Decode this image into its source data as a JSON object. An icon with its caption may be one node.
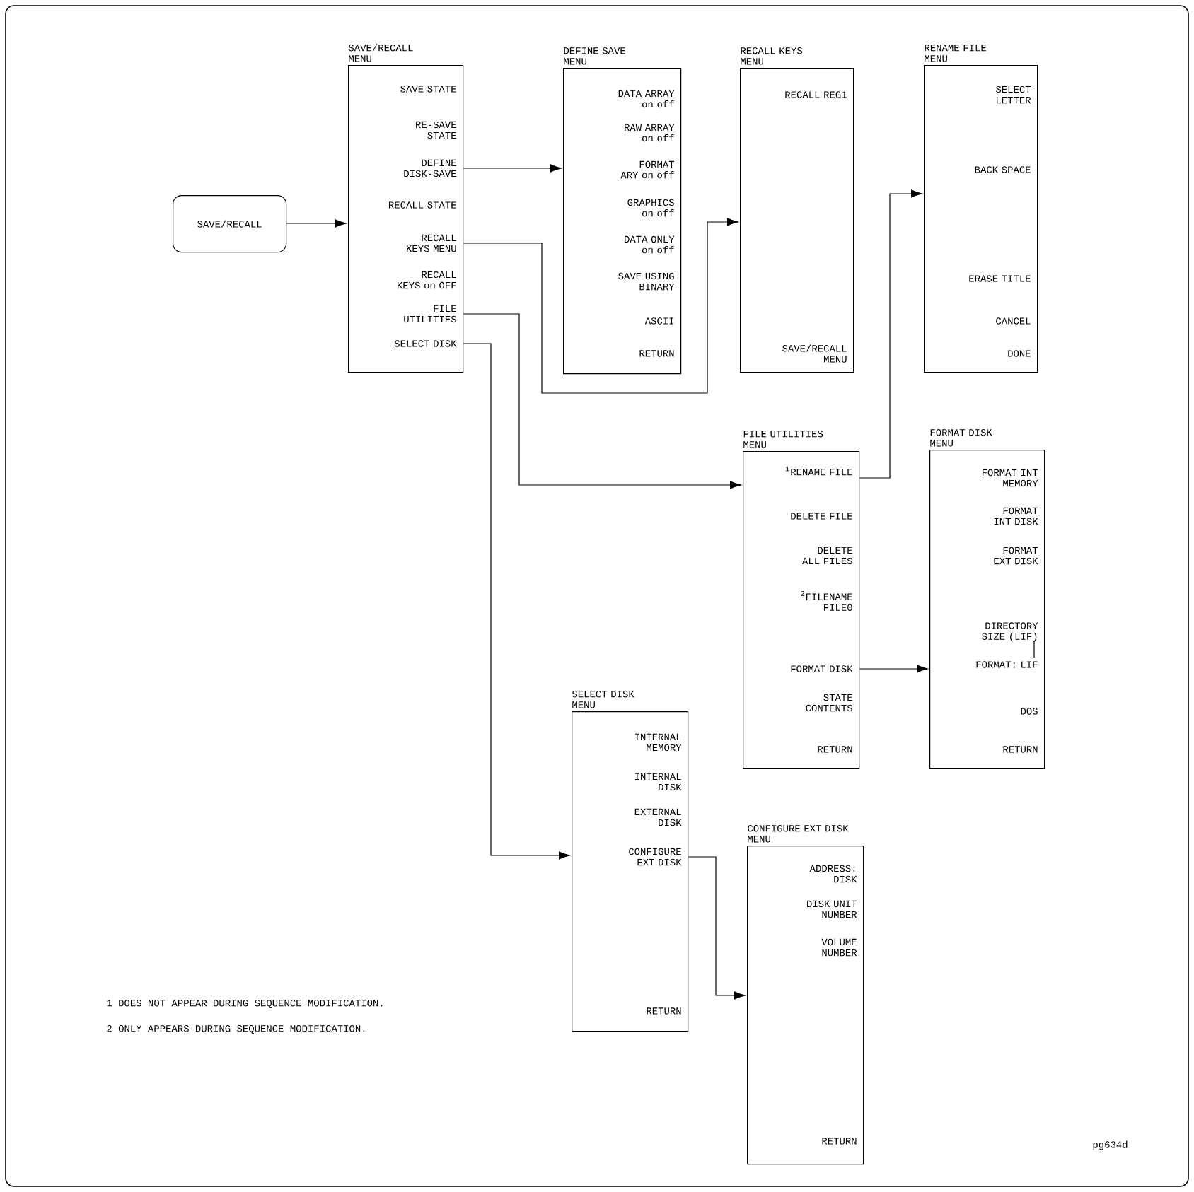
{
  "diagram": {
    "nodes": [
      {
        "text": [
          "SAVE/RECALL"
        ]
      },
      {
        "text": [
          "SAVE/RECALL MENU",
          "SAVE STATE",
          "RE-SAVE STATE",
          "DEFINE DISK-SAVE",
          "RECALL STATE",
          "RECALL KEYS MENU",
          "RECALL KEYS on OFF",
          "FILE UTILITIES",
          "SELECT DISK"
        ]
      },
      {
        "text": [
          "DEFINE SAVE MENU",
          "DATA ARRAY on off",
          "RAW ARRAY on off",
          "FORMAT ARY on off",
          "GRAPHICS on off",
          "DATA ONLY on off",
          "SAVE USING BINARY",
          "ASCII",
          "RETURN"
        ]
      },
      {
        "text": [
          "RECALL KEYS MENU",
          "RECALL REG1",
          "SAVE/RECALL MENU"
        ]
      },
      {
        "text": [
          "RENAME FILE MENU",
          "SELECT LETTER",
          "BACK SPACE",
          "ERASE TITLE",
          "CANCEL",
          "DONE"
        ]
      },
      {
        "text": [
          "FILE UTILITIES MENU",
          "$^{1}$RENAME FILE",
          "DELETE FILE",
          "DELETE ALL FILES",
          "$^{2}$FILENAME FILE0",
          "FORMAT DISK",
          "STATE CONTENTS",
          "RETURN"
        ]
      },
      {
        "text": [
          "FORMAT DISK MENU",
          "FORMAT INT MEMORY",
          "FORMAT INT DISK",
          "FORMAT EXT DISK",
          "DIRECTORY SIZE (LIF)",
          "FORMAT: LIF",
          "DOS",
          "RETURN"
        ]
      },
      {
        "text": [
          "SELECT DISK MENU",
          "INTERNAL MEMORY",
          "INTERNAL DISK",
          "EXTERNAL DISK",
          "CONFIGURE EXT DISK",
          "RETURN"
        ]
      },
      {
        "text": [
          "CONFIGURE EXT DISK MENU",
          "ADDRESS: DISK",
          "DISK UNIT NUMBER",
          "VOLUME NUMBER",
          "RETURN"
        ]
      }
    ],
    "edges": [
      {
        "from": 0,
        "to": 1,
        "arrow": "to"
      },
      {
        "from": 1,
        "to": 2,
        "arrow": "to"
      },
      {
        "from": 1,
        "to": 3,
        "arrow": "to"
      },
      {
        "from": 1,
        "to": 5,
        "arrow": "to"
      },
      {
        "from": 1,
        "to": 7,
        "arrow": "to"
      },
      {
        "from": 5,
        "to": 4,
        "arrow": "to"
      },
      {
        "from": 5,
        "to": 6,
        "arrow": "to"
      },
      {
        "from": 7,
        "to": 8,
        "arrow": "to"
      }
    ],
    "labels": [
      "1 DOES NOT APPEAR DURING SEQUENCE MODIFICATION.",
      "2 ONLY APPEARS DURING SEQUENCE MODIFICATION.",
      "pg634d"
    ]
  }
}
